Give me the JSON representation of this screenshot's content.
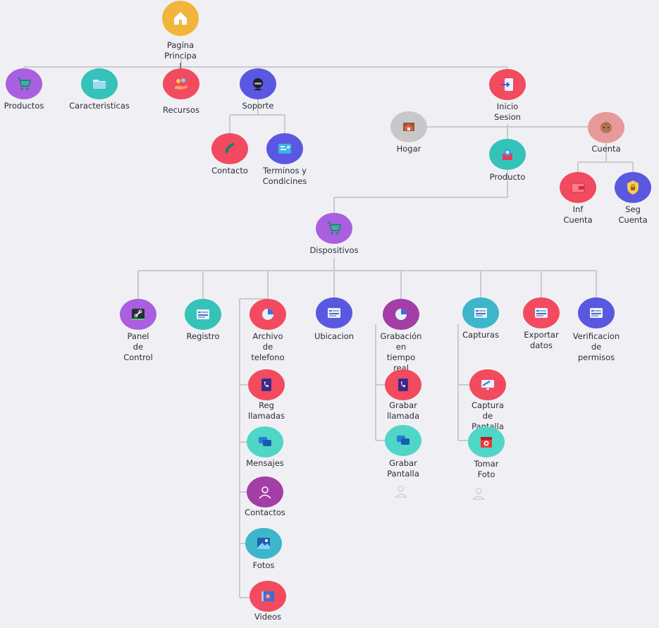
{
  "colors": {
    "line": "#c9c9d0",
    "yellow": "#f2b53c",
    "purple": "#a95fe0",
    "teal": "#35c2b8",
    "red": "#f24a5e",
    "indigo": "#5a58e0",
    "gray": "#c8c8c8",
    "salmon": "#e69a9a",
    "magenta": "#a33ea7",
    "mint": "#4fd6c6",
    "sky": "#3db6c9"
  },
  "nodes": {
    "home": {
      "label": "Pagína\nPrincipa\nl",
      "icon": "house-icon"
    },
    "productos": {
      "label": "Productos",
      "icon": "cart-icon"
    },
    "caracteristicas": {
      "label": "Caracteristicas",
      "icon": "folder-icon"
    },
    "recursos": {
      "label": "Recursos",
      "icon": "hand-coins-icon"
    },
    "soporte": {
      "label": "Soporte",
      "icon": "support-agent-icon"
    },
    "contacto": {
      "label": "Contacto",
      "icon": "phone-icon"
    },
    "terminos": {
      "label": "Terminos y\nCondicines",
      "icon": "document-icon"
    },
    "inicio_sesion": {
      "label": "Inicio\nSesion",
      "icon": "login-icon"
    },
    "hogar": {
      "label": "Hogar",
      "icon": "house-photo-icon"
    },
    "producto": {
      "label": "Producto",
      "icon": "box-icon"
    },
    "cuenta": {
      "label": "Cuenta",
      "icon": "user-face-icon"
    },
    "inf_cuenta": {
      "label": "Inf\nCuenta",
      "icon": "wallet-icon"
    },
    "seg_cuenta": {
      "label": "Seg\nCuenta",
      "icon": "shield-lock-icon"
    },
    "dispositivos": {
      "label": "Dispositivos",
      "icon": "cart-icon"
    },
    "panel": {
      "label": "Panel\nde\nControl",
      "icon": "link-icon"
    },
    "registro": {
      "label": "Registro",
      "icon": "list-card-icon"
    },
    "archivo": {
      "label": "Archivo\nde\ntelefono",
      "icon": "pie-icon"
    },
    "ubicacion": {
      "label": "Ubicacion",
      "icon": "list-card-icon"
    },
    "grabacion": {
      "label": "Grabación en\ntiempo real",
      "icon": "pie-icon"
    },
    "capturas": {
      "label": "Capturas",
      "icon": "list-card-icon"
    },
    "exportar": {
      "label": "Exportar\ndatos",
      "icon": "list-card-icon"
    },
    "verificacion": {
      "label": "Verificacion\nde permisos",
      "icon": "list-card-icon"
    },
    "reg_llamadas": {
      "label": "Reg\nllamadas",
      "icon": "phonebook-icon"
    },
    "mensajes": {
      "label": "Mensajes",
      "icon": "chat-icon"
    },
    "contactos": {
      "label": "Contactos",
      "icon": "person-icon"
    },
    "fotos": {
      "label": "Fotos",
      "icon": "image-icon"
    },
    "videos": {
      "label": "Videos",
      "icon": "video-icon"
    },
    "grabar_llamada": {
      "label": "Grabar\nllamada",
      "icon": "phonebook-icon"
    },
    "grabar_pantalla": {
      "label": "Grabar\nPantalla",
      "icon": "chat-icon"
    },
    "captura_pantalla": {
      "label": "Captura de\nPantalla",
      "icon": "monitor-icon"
    },
    "tomar_foto": {
      "label": "Tomar\nFoto",
      "icon": "camera-icon"
    }
  }
}
